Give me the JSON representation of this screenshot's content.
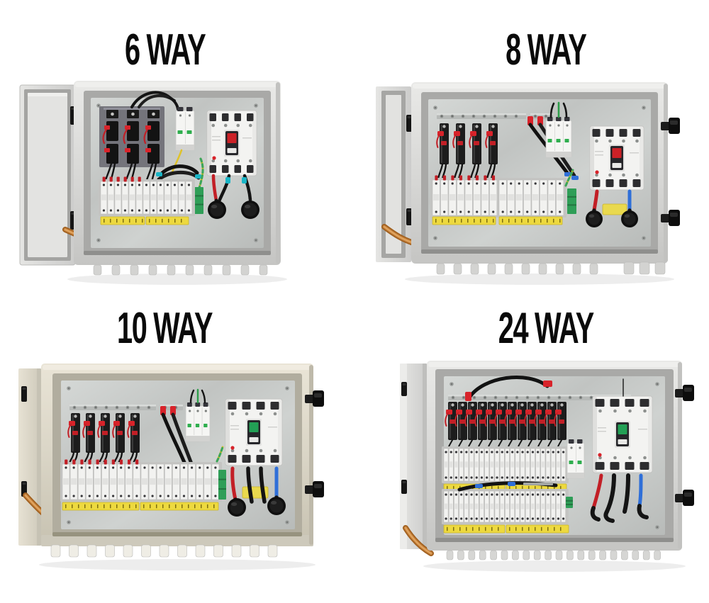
{
  "collage": {
    "background": "#ffffff",
    "layout": "2x2 product grid of PV combiner boxes"
  },
  "panels": [
    {
      "id": "6way",
      "title": "6 WAY",
      "ways": 6,
      "fuse_holders": 3,
      "din_groups": [
        7,
        6
      ],
      "spd_poles": 2,
      "breaker_toggle_color": "#cc2127",
      "enclosure_color": "#d9d9d7",
      "gland_stubs": 10,
      "output_glands": 2,
      "door": "full-open-left"
    },
    {
      "id": "8way",
      "title": "8 WAY",
      "ways": 8,
      "fuse_holders": 4,
      "din_groups": [
        8,
        8
      ],
      "spd_poles": 3,
      "breaker_toggle_color": "#cc2127",
      "enclosure_color": "#d9d9d7",
      "gland_stubs": 13,
      "output_glands": 2,
      "door": "partial-open-left"
    },
    {
      "id": "10way",
      "title": "10 WAY",
      "ways": 10,
      "fuse_holders": 5,
      "din_groups": [
        10,
        10
      ],
      "spd_poles": 3,
      "breaker_toggle_color": "#22a055",
      "enclosure_color": "#dcd8ca",
      "gland_stubs": 13,
      "output_glands": 2,
      "door": "edge-open-left"
    },
    {
      "id": "24way",
      "title": "24 WAY",
      "ways": 24,
      "fuse_holders": 12,
      "din_groups": [
        24,
        24
      ],
      "spd_poles": 2,
      "breaker_toggle_color": "#22a055",
      "enclosure_color": "#d9d9d7",
      "gland_stubs": 20,
      "output_glands": 0,
      "door": "edge-open-left"
    }
  ],
  "shared_colors": {
    "fuse_body": "#1d1d1d",
    "wire_red": "#d8232a",
    "wire_blue": "#2f6fd8",
    "ferrule_cyan": "#19b5c6",
    "ground_green": "#2f9e57",
    "ground_wire_yellow": "#cdbd2b",
    "label_strip_yellow": "#edd93f",
    "copper_strap": "#c98440",
    "backplate_steel": "#c6c9c7",
    "gland_black": "#0f0f0f"
  }
}
